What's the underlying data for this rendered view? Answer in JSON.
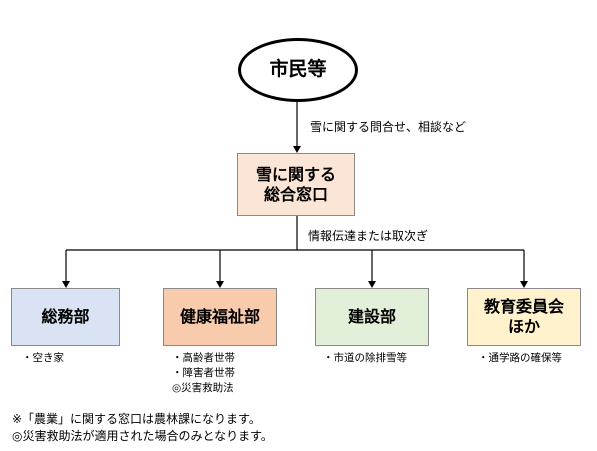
{
  "citizen": "市民等",
  "inquiry_label": "雪に関する問合せ、相談など",
  "center_window": "雪に関する\n総合窓口",
  "share_label": "情報伝達または取次ぎ",
  "departments": [
    {
      "name": "総務部",
      "duties": [
        "・空き家"
      ]
    },
    {
      "name": "健康福祉部",
      "duties": [
        "・高齢者世帯",
        "・障害者世帯",
        "◎災害救助法"
      ]
    },
    {
      "name": "建設部",
      "duties": [
        "・市道の除排雪等"
      ]
    },
    {
      "name": "教育委員会\nほか",
      "duties": [
        "・通学路の確保等"
      ]
    }
  ],
  "notes": [
    "※「農業」に関する窓口は農林課になります。",
    "◎災害救助法が適用された場合のみとなります。"
  ]
}
